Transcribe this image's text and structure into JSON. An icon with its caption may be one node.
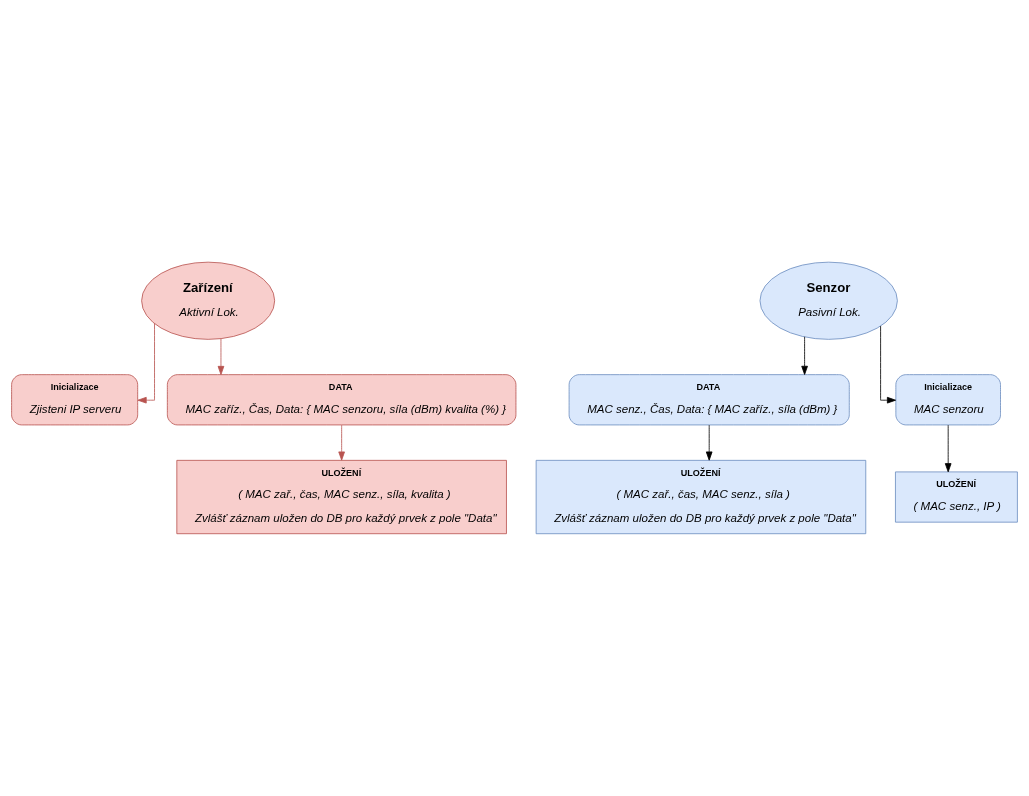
{
  "diagram": {
    "nodes": [
      {
        "text": [
          "Zařízení",
          "Aktivní Lok."
        ]
      },
      {
        "text": [
          "Senzor",
          "Pasivní Lok."
        ]
      },
      {
        "text": [
          "Inicializace",
          "Zjisteni IP serveru"
        ]
      },
      {
        "text": [
          "DATA",
          "MAC zaříz., Čas, Data: { MAC senzoru, síla (dBm) kvalita (%) }"
        ]
      },
      {
        "text": [
          "DATA",
          "MAC senz., Čas, Data: { MAC zaříz., síla (dBm) }"
        ]
      },
      {
        "text": [
          "Inicializace",
          "MAC senzoru"
        ]
      },
      {
        "text": [
          "ULOŽENÍ",
          "( MAC senz., IP )"
        ]
      },
      {
        "text": [
          "ULOŽENÍ",
          "( MAC zař., čas, MAC senz., síla, kvalita )",
          "Zvlášť záznam uložen do DB pro každý prvek z pole \"Data\""
        ]
      },
      {
        "text": [
          "ULOŽENÍ",
          "( MAC zař., čas, MAC senz., síla )",
          "Zvlášť záznam uložen do DB pro každý prvek z pole \"Data\""
        ]
      }
    ],
    "edges": [
      {
        "from": 0,
        "to": 2,
        "arrow": "to",
        "color": "#b85450"
      },
      {
        "from": 0,
        "to": 3,
        "arrow": "to",
        "color": "#b85450"
      },
      {
        "from": 1,
        "to": 4,
        "arrow": "to"
      },
      {
        "from": 1,
        "to": 5,
        "arrow": "to"
      },
      {
        "from": 5,
        "to": 6,
        "arrow": "to"
      },
      {
        "from": 3,
        "to": 7,
        "arrow": "to",
        "color": "#b85450"
      },
      {
        "from": 4,
        "to": 8,
        "arrow": "to"
      }
    ]
  }
}
